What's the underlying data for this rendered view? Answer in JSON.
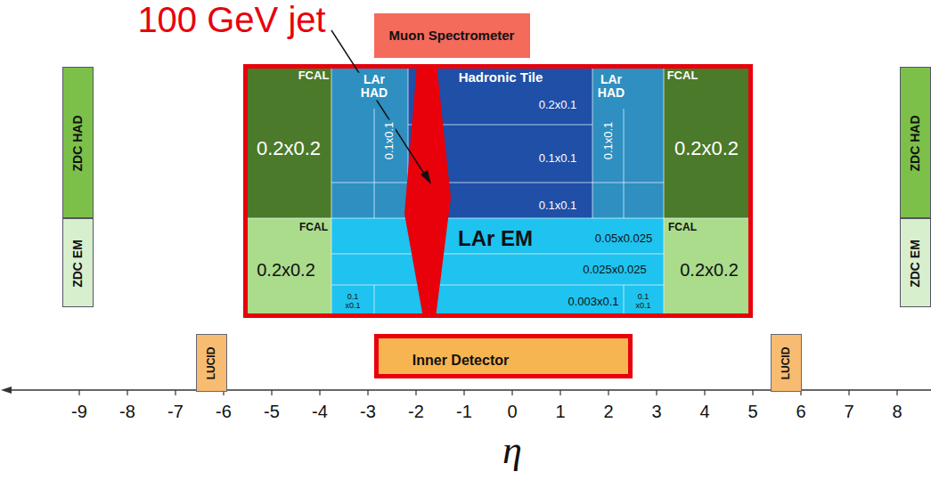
{
  "diagram": {
    "nodes": [
      {
        "text": [
          "Muon Spectrometer"
        ]
      },
      {
        "text": [
          "ZDC HAD"
        ]
      },
      {
        "text": [
          "ZDC EM"
        ]
      },
      {
        "text": [
          "FCAL",
          "0.2x0.2"
        ]
      },
      {
        "text": [
          "LAr HAD",
          "0.1x0.1"
        ]
      },
      {
        "text": [
          "Hadronic Tile",
          "0.2x0.1",
          "0.1x0.1",
          "0.1x0.1"
        ]
      },
      {
        "text": [
          "LAr HAD",
          "0.1x0.1"
        ]
      },
      {
        "text": [
          "FCAL",
          "0.2x0.2"
        ]
      },
      {
        "text": [
          "ZDC HAD"
        ]
      },
      {
        "text": [
          "ZDC EM"
        ]
      },
      {
        "text": [
          "FCAL",
          "0.2x0.2"
        ]
      },
      {
        "text": [
          "LAr EM",
          "0.05x0.025",
          "0.025x0.025",
          "0.003x0.1",
          "0.1 x0.1",
          "0.1 x0.1"
        ]
      },
      {
        "text": [
          "FCAL",
          "0.2x0.2"
        ]
      },
      {
        "text": [
          "LUCID"
        ]
      },
      {
        "text": [
          "Inner Detector"
        ]
      },
      {
        "text": [
          "LUCID"
        ]
      }
    ],
    "labels": [
      "100 GeV jet",
      "-9",
      "-8",
      "-7",
      "-6",
      "-5",
      "-4",
      "-3",
      "-2",
      "-1",
      "0",
      "1",
      "2",
      "3",
      "4",
      "5",
      "6",
      "7",
      "8",
      "η"
    ]
  }
}
